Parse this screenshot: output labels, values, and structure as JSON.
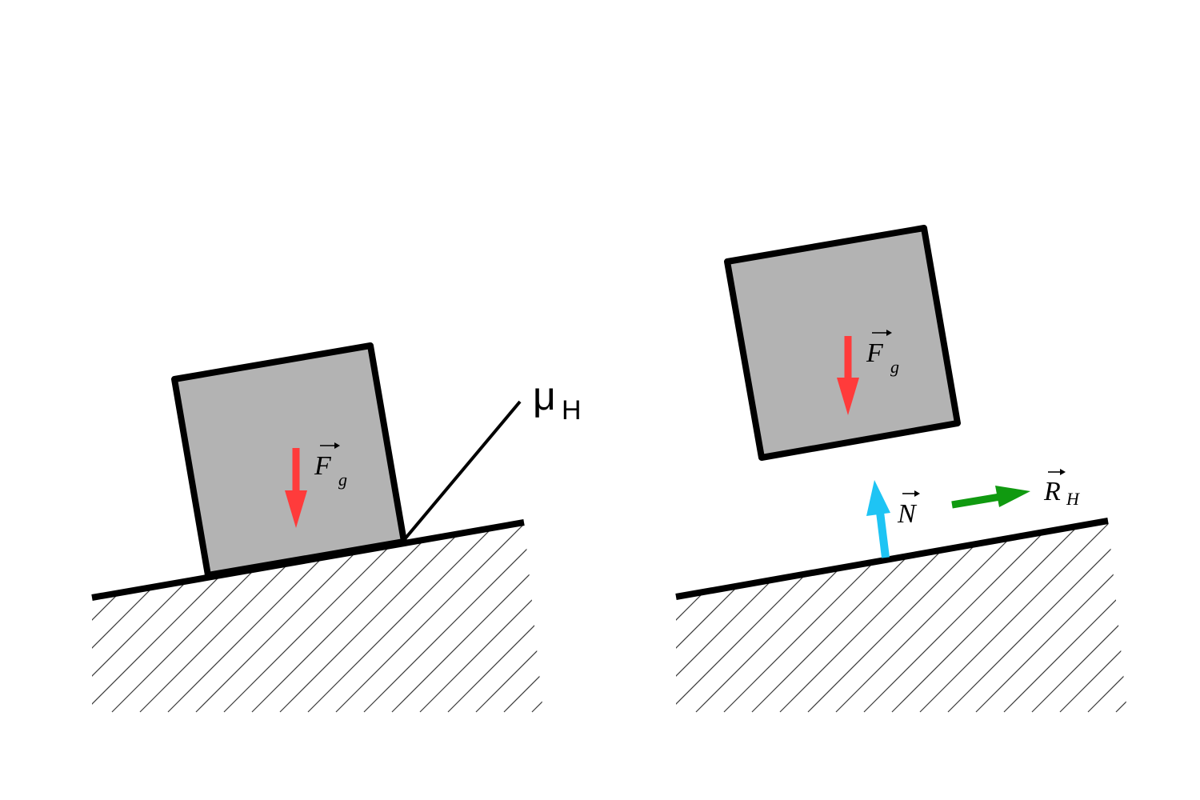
{
  "colors": {
    "background": "#ffffff",
    "block_fill": "#b3b3b3",
    "outline": "#000000",
    "hatch": "#3a3a3a",
    "gravity_arrow": "#ff3b3b",
    "normal_arrow": "#1ec4f4",
    "reaction_arrow": "#109a10"
  },
  "left_panel": {
    "block_label": {
      "symbol": "F",
      "subscript": "g"
    },
    "callout": {
      "symbol": "μ",
      "subscript": "H"
    }
  },
  "right_panel": {
    "gravity_label": {
      "symbol": "F",
      "subscript": "g"
    },
    "normal_label": {
      "symbol": "N"
    },
    "reaction_label": {
      "symbol": "R",
      "subscript": "H"
    }
  },
  "icons": {
    "gravity": "arrow-down-icon",
    "normal": "arrow-up-icon",
    "reaction": "arrow-right-icon"
  }
}
